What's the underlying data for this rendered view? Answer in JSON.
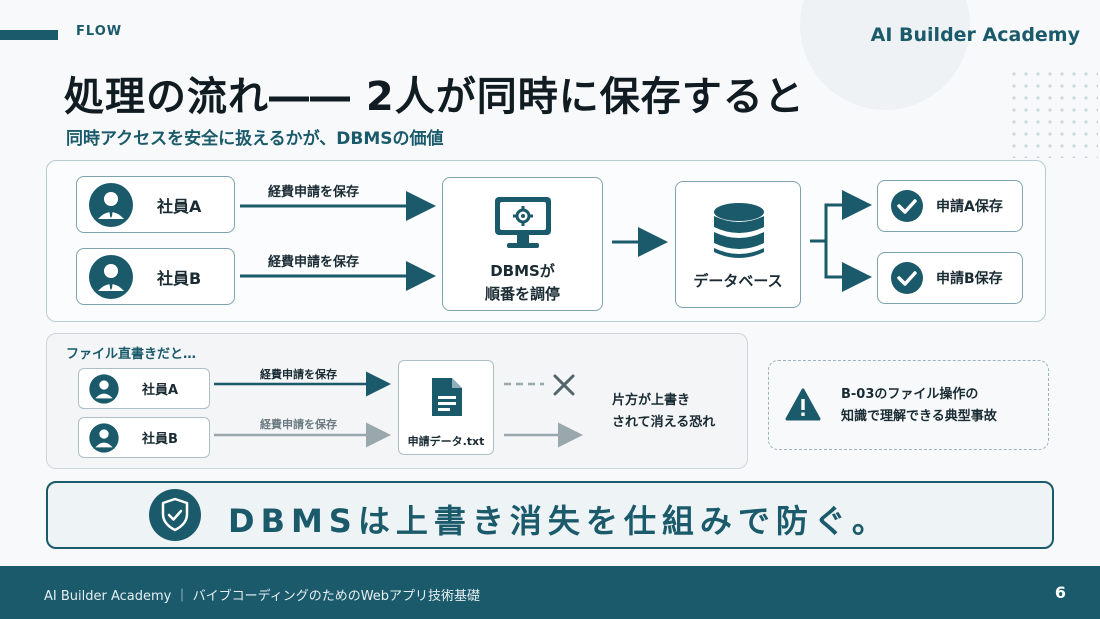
{
  "header": {
    "section_label": "FLOW",
    "brand": "AI Builder Academy",
    "title": "処理の流れ―― 2人が同時に保存すると",
    "subtitle": "同時アクセスを安全に扱えるかが、DBMSの価値"
  },
  "dbms_flow": {
    "employees": [
      {
        "label": "社員A",
        "action": "経費申請を保存"
      },
      {
        "label": "社員B",
        "action": "経費申請を保存"
      }
    ],
    "dbms_label_line1": "DBMSが",
    "dbms_label_line2": "順番を調停",
    "database_label": "データベース",
    "results": [
      "申請A保存",
      "申請B保存"
    ]
  },
  "file_flow": {
    "title": "ファイル直書きだと…",
    "employees": [
      {
        "label": "社員A",
        "action": "経費申請を保存"
      },
      {
        "label": "社員B",
        "action": "経費申請を保存"
      }
    ],
    "file_name": "申請データ.txt",
    "result_line1": "片方が上書き",
    "result_line2": "されて消える恐れ"
  },
  "note": {
    "line1": "B-03のファイル操作の",
    "line2": "知識で理解できる典型事故"
  },
  "banner": {
    "text": "DBMSは上書き消失を仕組みで防ぐ。"
  },
  "footer": {
    "text": "AI Builder Academy ｜ バイブコーディングのためのWebアプリ技術基礎",
    "page": "6"
  },
  "colors": {
    "accent": "#1a5a6b",
    "muted_arrow": "#9aa7ad",
    "background": "#f7f9fa"
  }
}
